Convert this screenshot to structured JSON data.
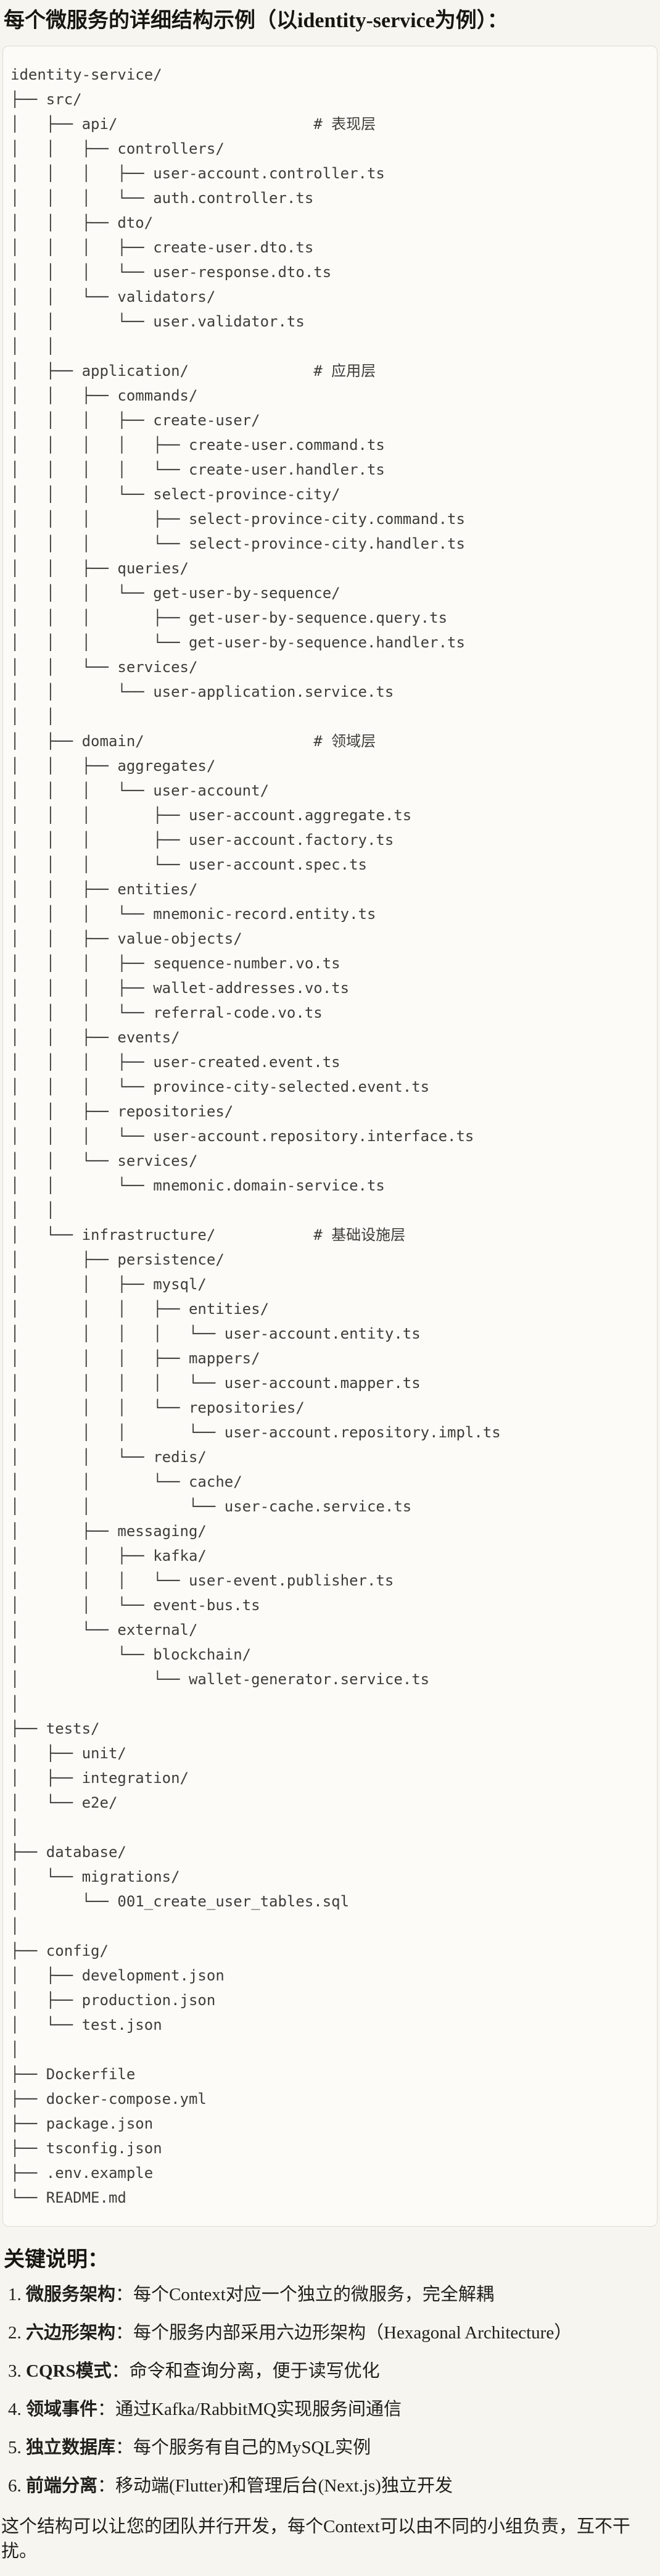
{
  "title": "每个微服务的详细结构示例（以identity-service为例）：",
  "tree": {
    "lines": [
      "identity-service/",
      "├── src/",
      "│   ├── api/                      # 表现层",
      "│   │   ├── controllers/",
      "│   │   │   ├── user-account.controller.ts",
      "│   │   │   └── auth.controller.ts",
      "│   │   ├── dto/",
      "│   │   │   ├── create-user.dto.ts",
      "│   │   │   └── user-response.dto.ts",
      "│   │   └── validators/",
      "│   │       └── user.validator.ts",
      "│   │",
      "│   ├── application/              # 应用层",
      "│   │   ├── commands/",
      "│   │   │   ├── create-user/",
      "│   │   │   │   ├── create-user.command.ts",
      "│   │   │   │   └── create-user.handler.ts",
      "│   │   │   └── select-province-city/",
      "│   │   │       ├── select-province-city.command.ts",
      "│   │   │       └── select-province-city.handler.ts",
      "│   │   ├── queries/",
      "│   │   │   └── get-user-by-sequence/",
      "│   │   │       ├── get-user-by-sequence.query.ts",
      "│   │   │       └── get-user-by-sequence.handler.ts",
      "│   │   └── services/",
      "│   │       └── user-application.service.ts",
      "│   │",
      "│   ├── domain/                   # 领域层",
      "│   │   ├── aggregates/",
      "│   │   │   └── user-account/",
      "│   │   │       ├── user-account.aggregate.ts",
      "│   │   │       ├── user-account.factory.ts",
      "│   │   │       └── user-account.spec.ts",
      "│   │   ├── entities/",
      "│   │   │   └── mnemonic-record.entity.ts",
      "│   │   ├── value-objects/",
      "│   │   │   ├── sequence-number.vo.ts",
      "│   │   │   ├── wallet-addresses.vo.ts",
      "│   │   │   └── referral-code.vo.ts",
      "│   │   ├── events/",
      "│   │   │   ├── user-created.event.ts",
      "│   │   │   └── province-city-selected.event.ts",
      "│   │   ├── repositories/",
      "│   │   │   └── user-account.repository.interface.ts",
      "│   │   └── services/",
      "│   │       └── mnemonic.domain-service.ts",
      "│   │",
      "│   └── infrastructure/           # 基础设施层",
      "│       ├── persistence/",
      "│       │   ├── mysql/",
      "│       │   │   ├── entities/",
      "│       │   │   │   └── user-account.entity.ts",
      "│       │   │   ├── mappers/",
      "│       │   │   │   └── user-account.mapper.ts",
      "│       │   │   └── repositories/",
      "│       │   │       └── user-account.repository.impl.ts",
      "│       │   └── redis/",
      "│       │       └── cache/",
      "│       │           └── user-cache.service.ts",
      "│       ├── messaging/",
      "│       │   ├── kafka/",
      "│       │   │   └── user-event.publisher.ts",
      "│       │   └── event-bus.ts",
      "│       └── external/",
      "│           └── blockchain/",
      "│               └── wallet-generator.service.ts",
      "│",
      "├── tests/",
      "│   ├── unit/",
      "│   ├── integration/",
      "│   └── e2e/",
      "│",
      "├── database/",
      "│   └── migrations/",
      "│       └── 001_create_user_tables.sql",
      "│",
      "├── config/",
      "│   ├── development.json",
      "│   ├── production.json",
      "│   └── test.json",
      "│",
      "├── Dockerfile",
      "├── docker-compose.yml",
      "├── package.json",
      "├── tsconfig.json",
      "├── .env.example",
      "└── README.md"
    ]
  },
  "notes": {
    "heading": "关键说明：",
    "separator": "：",
    "items": [
      {
        "term": "微服务架构",
        "desc": "每个Context对应一个独立的微服务，完全解耦"
      },
      {
        "term": "六边形架构",
        "desc": "每个服务内部采用六边形架构（Hexagonal Architecture）"
      },
      {
        "term": "CQRS模式",
        "desc": "命令和查询分离，便于读写优化"
      },
      {
        "term": "领域事件",
        "desc": "通过Kafka/RabbitMQ实现服务间通信"
      },
      {
        "term": "独立数据库",
        "desc": "每个服务有自己的MySQL实例"
      },
      {
        "term": "前端分离",
        "desc": "移动端(Flutter)和管理后台(Next.js)独立开发"
      }
    ]
  },
  "footer": {
    "text": "这个结构可以让您的团队并行开发，每个Context可以由不同的小组负责，互不干扰。"
  }
}
